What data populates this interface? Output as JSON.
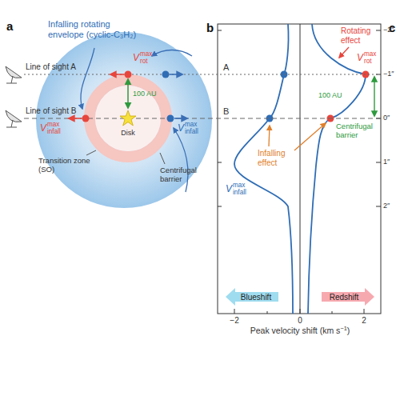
{
  "diagram": {
    "nodes": [
      {
        "text": [
          "Infalling rotating envelope (cyclic-C₃H₂)"
        ]
      },
      {
        "text": [
          "Disk"
        ],
        "in": 0
      },
      {
        "text": [
          "Blueshift"
        ]
      },
      {
        "text": [
          "Redshift"
        ]
      }
    ],
    "labels": [
      "a",
      "Line of sight A",
      "Line of sight B",
      "V",
      "max",
      "rot",
      "100 AU",
      "V",
      "max",
      "infall",
      "V",
      "max",
      "infall",
      "Transition zone (SO)",
      "Centrifugal barrier",
      "b",
      "c",
      "A",
      "B",
      "Rotating effect",
      "V",
      "max",
      "rot",
      "100 AU",
      "Centrifugal barrier",
      "Infalling effect",
      "V",
      "max",
      "infall",
      "−2″",
      "−1″",
      "0″",
      "1″",
      "2″",
      "−2",
      "0",
      "2",
      "Peak velocity shift (km s",
      "−1",
      ")"
    ]
  }
}
